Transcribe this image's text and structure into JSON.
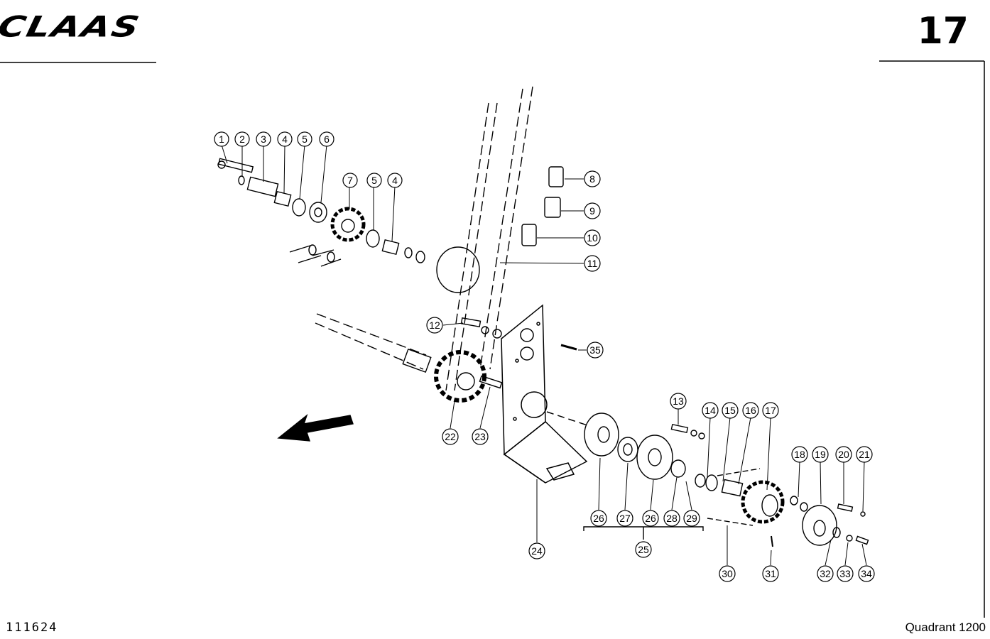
{
  "header": {
    "brand": "CLAAS",
    "page_number": "17"
  },
  "footer": {
    "drawing_number": "111624",
    "model": "Quadrant 1200"
  },
  "callouts": [
    "1",
    "2",
    "3",
    "4",
    "5",
    "6",
    "7",
    "5",
    "4",
    "8",
    "9",
    "10",
    "11",
    "12",
    "35",
    "13",
    "14",
    "15",
    "16",
    "17",
    "18",
    "19",
    "20",
    "21",
    "22",
    "23",
    "24",
    "26",
    "27",
    "26",
    "28",
    "29",
    "25",
    "30",
    "31",
    "32",
    "33",
    "34"
  ]
}
